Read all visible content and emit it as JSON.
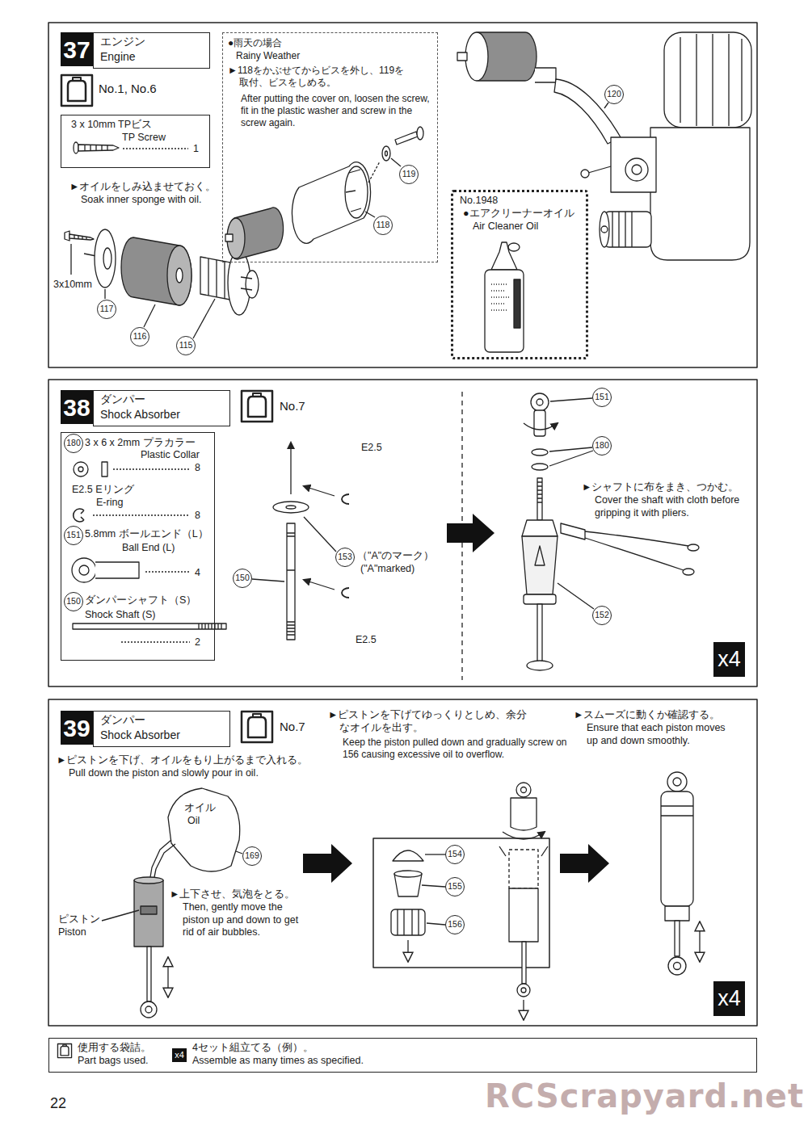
{
  "diagram": {
    "nodes": [
      {
        "text": [
          "37"
        ]
      },
      {
        "text": [
          "エンジン",
          "Engine"
        ]
      },
      {
        "text": [
          "3 x 10mm TPビス",
          "TP Screw",
          "1"
        ]
      },
      {
        "text": [
          "●雨天の場合",
          "Rainy Weather",
          "►118をかぶせてからビスを外し、119を取付、ビスをしめる。",
          "After putting the cover on, loosen the screw, fit in the plastic washer and screw in the screw again."
        ]
      },
      {
        "text": [
          "119"
        ],
        "in": 3
      },
      {
        "text": [
          "118"
        ],
        "in": 3
      },
      {
        "text": [
          "120"
        ]
      },
      {
        "text": [
          "No.1948",
          "●エアクリーナーオイル",
          "Air Cleaner Oil"
        ]
      },
      {
        "text": [
          "117"
        ]
      },
      {
        "text": [
          "116"
        ]
      },
      {
        "text": [
          "115"
        ]
      },
      {
        "text": [
          "38"
        ]
      },
      {
        "text": [
          "ダンパー",
          "Shock Absorber"
        ]
      },
      {
        "text": [
          "3 x 6 x 2mm プラカラー",
          "Plastic Collar",
          "8",
          "E2.5 Eリング",
          "E-ring",
          "8",
          "5.8mm ボールエンド（L）",
          "Ball End (L)",
          "4",
          "ダンパーシャフト（S）",
          "Shock Shaft (S)",
          "2"
        ]
      },
      {
        "text": [
          "180"
        ],
        "in": 13
      },
      {
        "text": [
          "151"
        ],
        "in": 13
      },
      {
        "text": [
          "150"
        ],
        "in": 13
      },
      {
        "text": [
          "153"
        ]
      },
      {
        "text": [
          "150"
        ]
      },
      {
        "text": [
          "151"
        ]
      },
      {
        "text": [
          "180"
        ]
      },
      {
        "text": [
          "152"
        ]
      },
      {
        "text": [
          "x4"
        ]
      },
      {
        "text": [
          "39"
        ]
      },
      {
        "text": [
          "ダンパー",
          "Shock Absorber"
        ]
      },
      {
        "text": [
          "169"
        ]
      },
      {
        "text": [
          "154"
        ]
      },
      {
        "text": [
          "155"
        ]
      },
      {
        "text": [
          "156"
        ]
      },
      {
        "text": [
          "x4"
        ]
      },
      {
        "text": [
          "使用する袋詰。",
          "Part bags used.",
          "4セット組立てる（例）。",
          "Assemble as many times as specified."
        ]
      },
      {
        "text": [
          "x4"
        ],
        "in": 30
      }
    ],
    "labels": [
      "No.1, No.6",
      "►オイルをしみ込ませておく。",
      "Soak inner sponge with oil.",
      "3x10mm",
      "No.7",
      "E2.5",
      "（\"A\"のマーク）",
      "(\"A\"marked)",
      "E2.5",
      "►シャフトに布をまき、つかむ。",
      "Cover the shaft with cloth before gripping it with pliers.",
      "No.7",
      "►ピストンを下げ、オイルをもり上がるまで入れる。",
      "Pull down the piston and slowly pour in oil.",
      "オイル",
      "Oil",
      "ピストン",
      "Piston",
      "►上下させ、気泡をとる。",
      "Then, gently move the piston up and down to get rid of air bubbles.",
      "►ピストンを下げてゆっくりとしめ、余分なオイルを出す。",
      "Keep the piston pulled down and gradually screw on 156 causing excessive oil to overflow.",
      "►スムーズに動くか確認する。",
      "Ensure that each piston moves up and down smoothly.",
      "22",
      "RCScrapyard.net"
    ]
  }
}
